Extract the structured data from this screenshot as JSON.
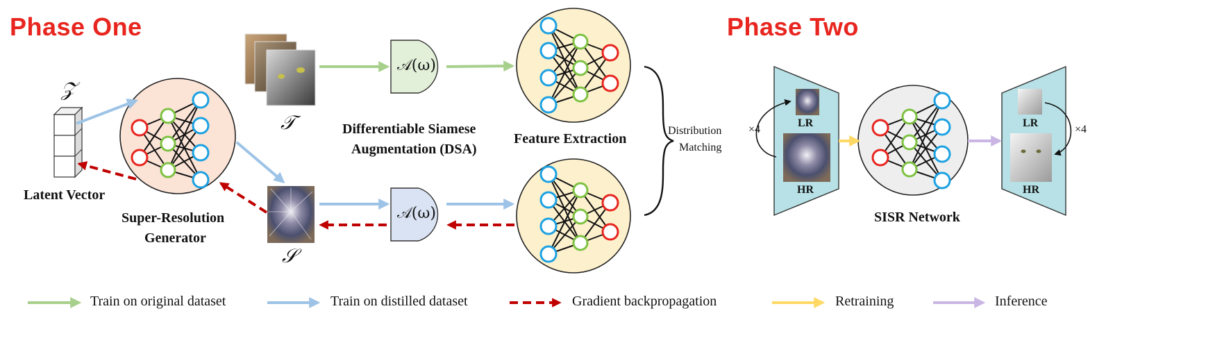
{
  "phases": {
    "one": "Phase One",
    "two": "Phase Two"
  },
  "symbols": {
    "latent": "𝒵",
    "original_set": "𝒯",
    "synthetic_set": "𝒮"
  },
  "labels": {
    "latent_vector": "Latent Vector",
    "generator_line1": "Super-Resolution",
    "generator_line2": "Generator",
    "dsa_line1": "Differentiable Siamese",
    "dsa_line2": "Augmentation (DSA)",
    "feature_extraction": "Feature Extraction",
    "distribution_line1": "Distribution",
    "distribution_line2": "Matching",
    "sisr_network": "SISR Network",
    "lr": "LR",
    "hr": "HR",
    "scale": "×4"
  },
  "augmentation": {
    "symbol": "𝒜(ω)"
  },
  "legend": [
    {
      "label": "Train on original dataset",
      "color": "#a8d08d",
      "style": "solid"
    },
    {
      "label": "Train on distilled dataset",
      "color": "#9dc3e6",
      "style": "solid"
    },
    {
      "label": "Gradient backpropagation",
      "color": "#c00000",
      "style": "dashed"
    },
    {
      "label": "Retraining",
      "color": "#ffd966",
      "style": "solid"
    },
    {
      "label": "Inference",
      "color": "#c9b6e4",
      "style": "solid"
    }
  ],
  "colors": {
    "phase_title": "#e8251f",
    "generator_bg": "#fbe3d6",
    "feature_bg": "#fdf0cc",
    "sisr_bg": "#eeeeee",
    "aug_green": "#e2f0d9",
    "aug_blue": "#dae3f3",
    "trapezoid": "#b7e1e6",
    "node_red": "#e8251f",
    "node_green": "#7dc242",
    "node_blue": "#1ba1e2"
  }
}
